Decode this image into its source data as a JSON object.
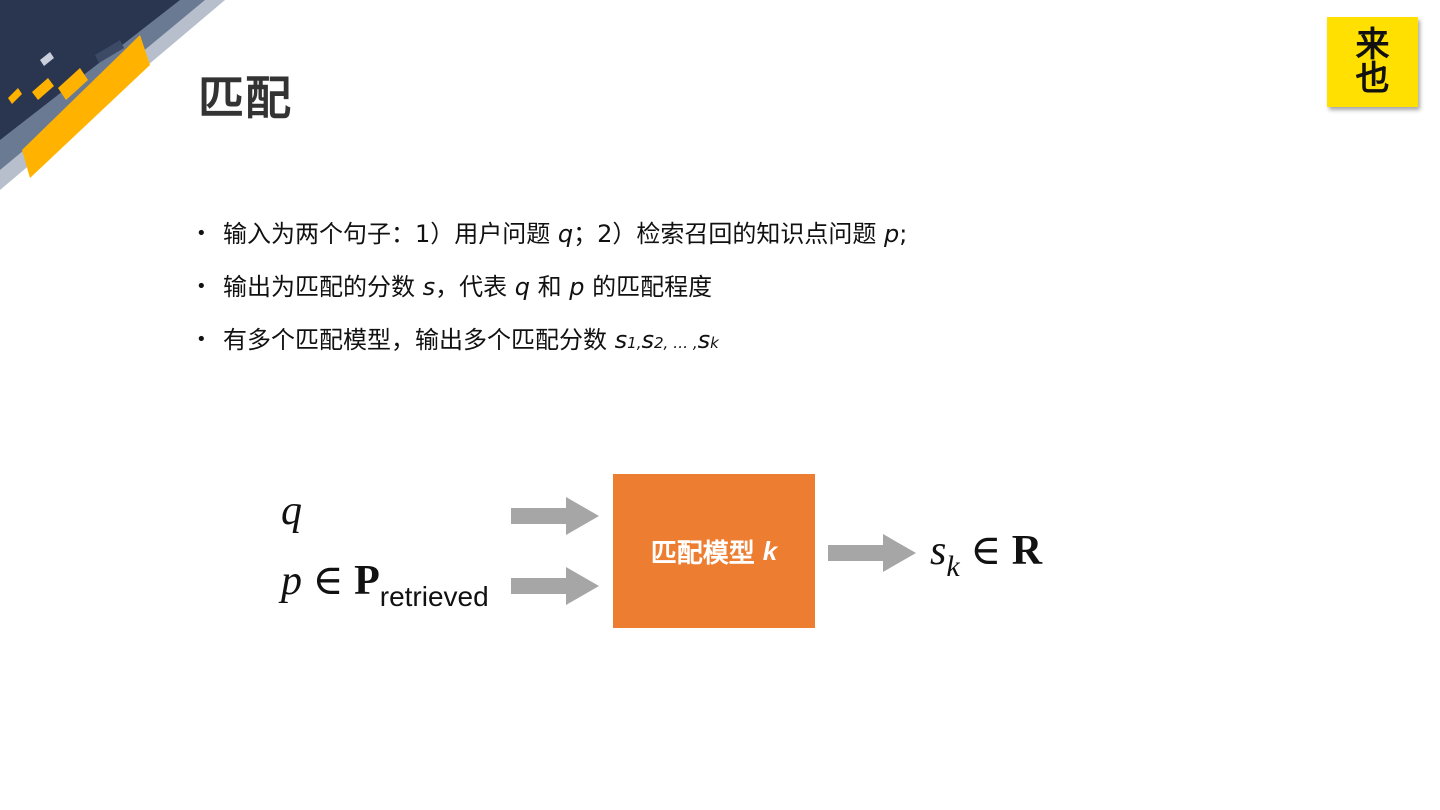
{
  "title": "匹配",
  "logo": {
    "line1": "来",
    "line2": "也"
  },
  "bullets": [
    {
      "prefix": "输入为两个句子：1）用户问题 ",
      "var1": "q",
      "mid": "；2）检索召回的知识点问题 ",
      "var2": "p",
      "suffix": ";"
    },
    {
      "prefix": "输出为匹配的分数 ",
      "var1": "s",
      "mid": "，代表 ",
      "var2": "q",
      "mid2": " 和 ",
      "var3": "p",
      "suffix": " 的匹配程度"
    },
    {
      "prefix": "有多个匹配模型，输出多个匹配分数 ",
      "s1": "s",
      "sub1": "1",
      "sep1": ",",
      "s2": "s",
      "sub2": "2",
      "sep2": ", … ,",
      "s3": "s",
      "sub3": "k"
    }
  ],
  "diagram": {
    "input_q": "q",
    "input_p": {
      "var": "p",
      "symbol": "∈",
      "set": "P",
      "subscript": "retrieved"
    },
    "model_label": "匹配模型",
    "model_var": "k",
    "output": {
      "var": "s",
      "subscript": "k",
      "symbol": "∈",
      "set": "R"
    },
    "box_color": "#ed7d31",
    "arrow_color": "#a6a6a6"
  }
}
